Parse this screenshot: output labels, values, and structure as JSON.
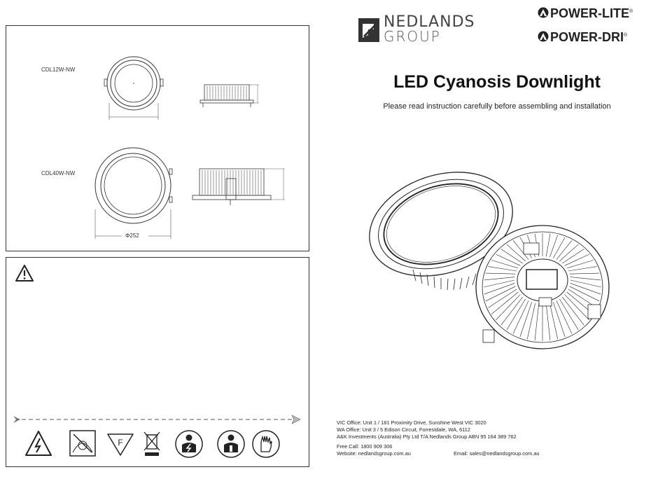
{
  "drawings": {
    "model_1": "CDL12W-NW",
    "model_2": "CDL40W-NW",
    "dimension_2": "Φ252"
  },
  "brand": {
    "nedlands_line1": "NEDLANDS",
    "nedlands_line2": "GROUP",
    "power_lite": "POWER-LITE",
    "power_dri": "POWER-DRI",
    "trademark": "®"
  },
  "header": {
    "title": "LED Cyanosis Downlight",
    "subtitle": "Please read instruction carefully before assembling and installation"
  },
  "contact": {
    "vic": "VIC Office: Unit 1 / 181 Proximity Drive, Sunshine West VIC 3020",
    "wa": "WA Office: Unit 3 / 5 Edison Circuit, Forrestdale, WA, 6112",
    "company": "A&K Investments (Australia) Pty Ltd T/A Nedlands Group  ABN 95 164 389 762",
    "phone": "Free Call: 1800 909 306",
    "website": "Website: nedlandsgroup.com.au",
    "email": "Email: sales@nedlandsgroup.com.au"
  },
  "icons": [
    "warning-triangle-icon",
    "electric-shock-icon",
    "no-insulation-cover-icon",
    "f-mark-icon",
    "weee-bin-icon",
    "qualified-electrician-icon",
    "qualified-installer-icon",
    "gloves-icon"
  ],
  "colors": {
    "ink": "#222222",
    "line": "#333333"
  }
}
